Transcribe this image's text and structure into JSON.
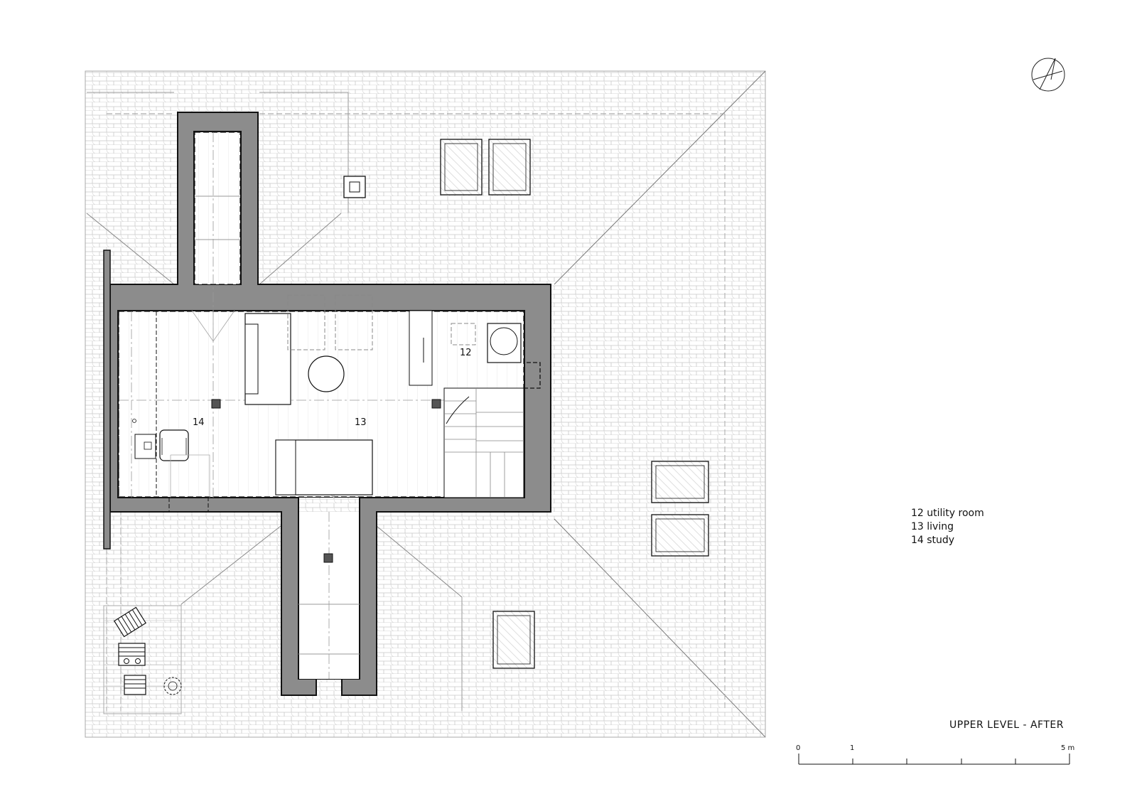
{
  "rooms": {
    "utility": "12",
    "living": "13",
    "study": "14"
  },
  "legend": [
    "12 utility room",
    "13 living",
    "14 study"
  ],
  "drawing_title": "UPPER LEVEL - AFTER",
  "scale_bar": {
    "labels": [
      "0",
      "1",
      "5 m"
    ],
    "divisions_m": 5
  },
  "colors": {
    "wall": "#8c8c8c",
    "line": "#111111",
    "tile": "#c4c4c4"
  }
}
